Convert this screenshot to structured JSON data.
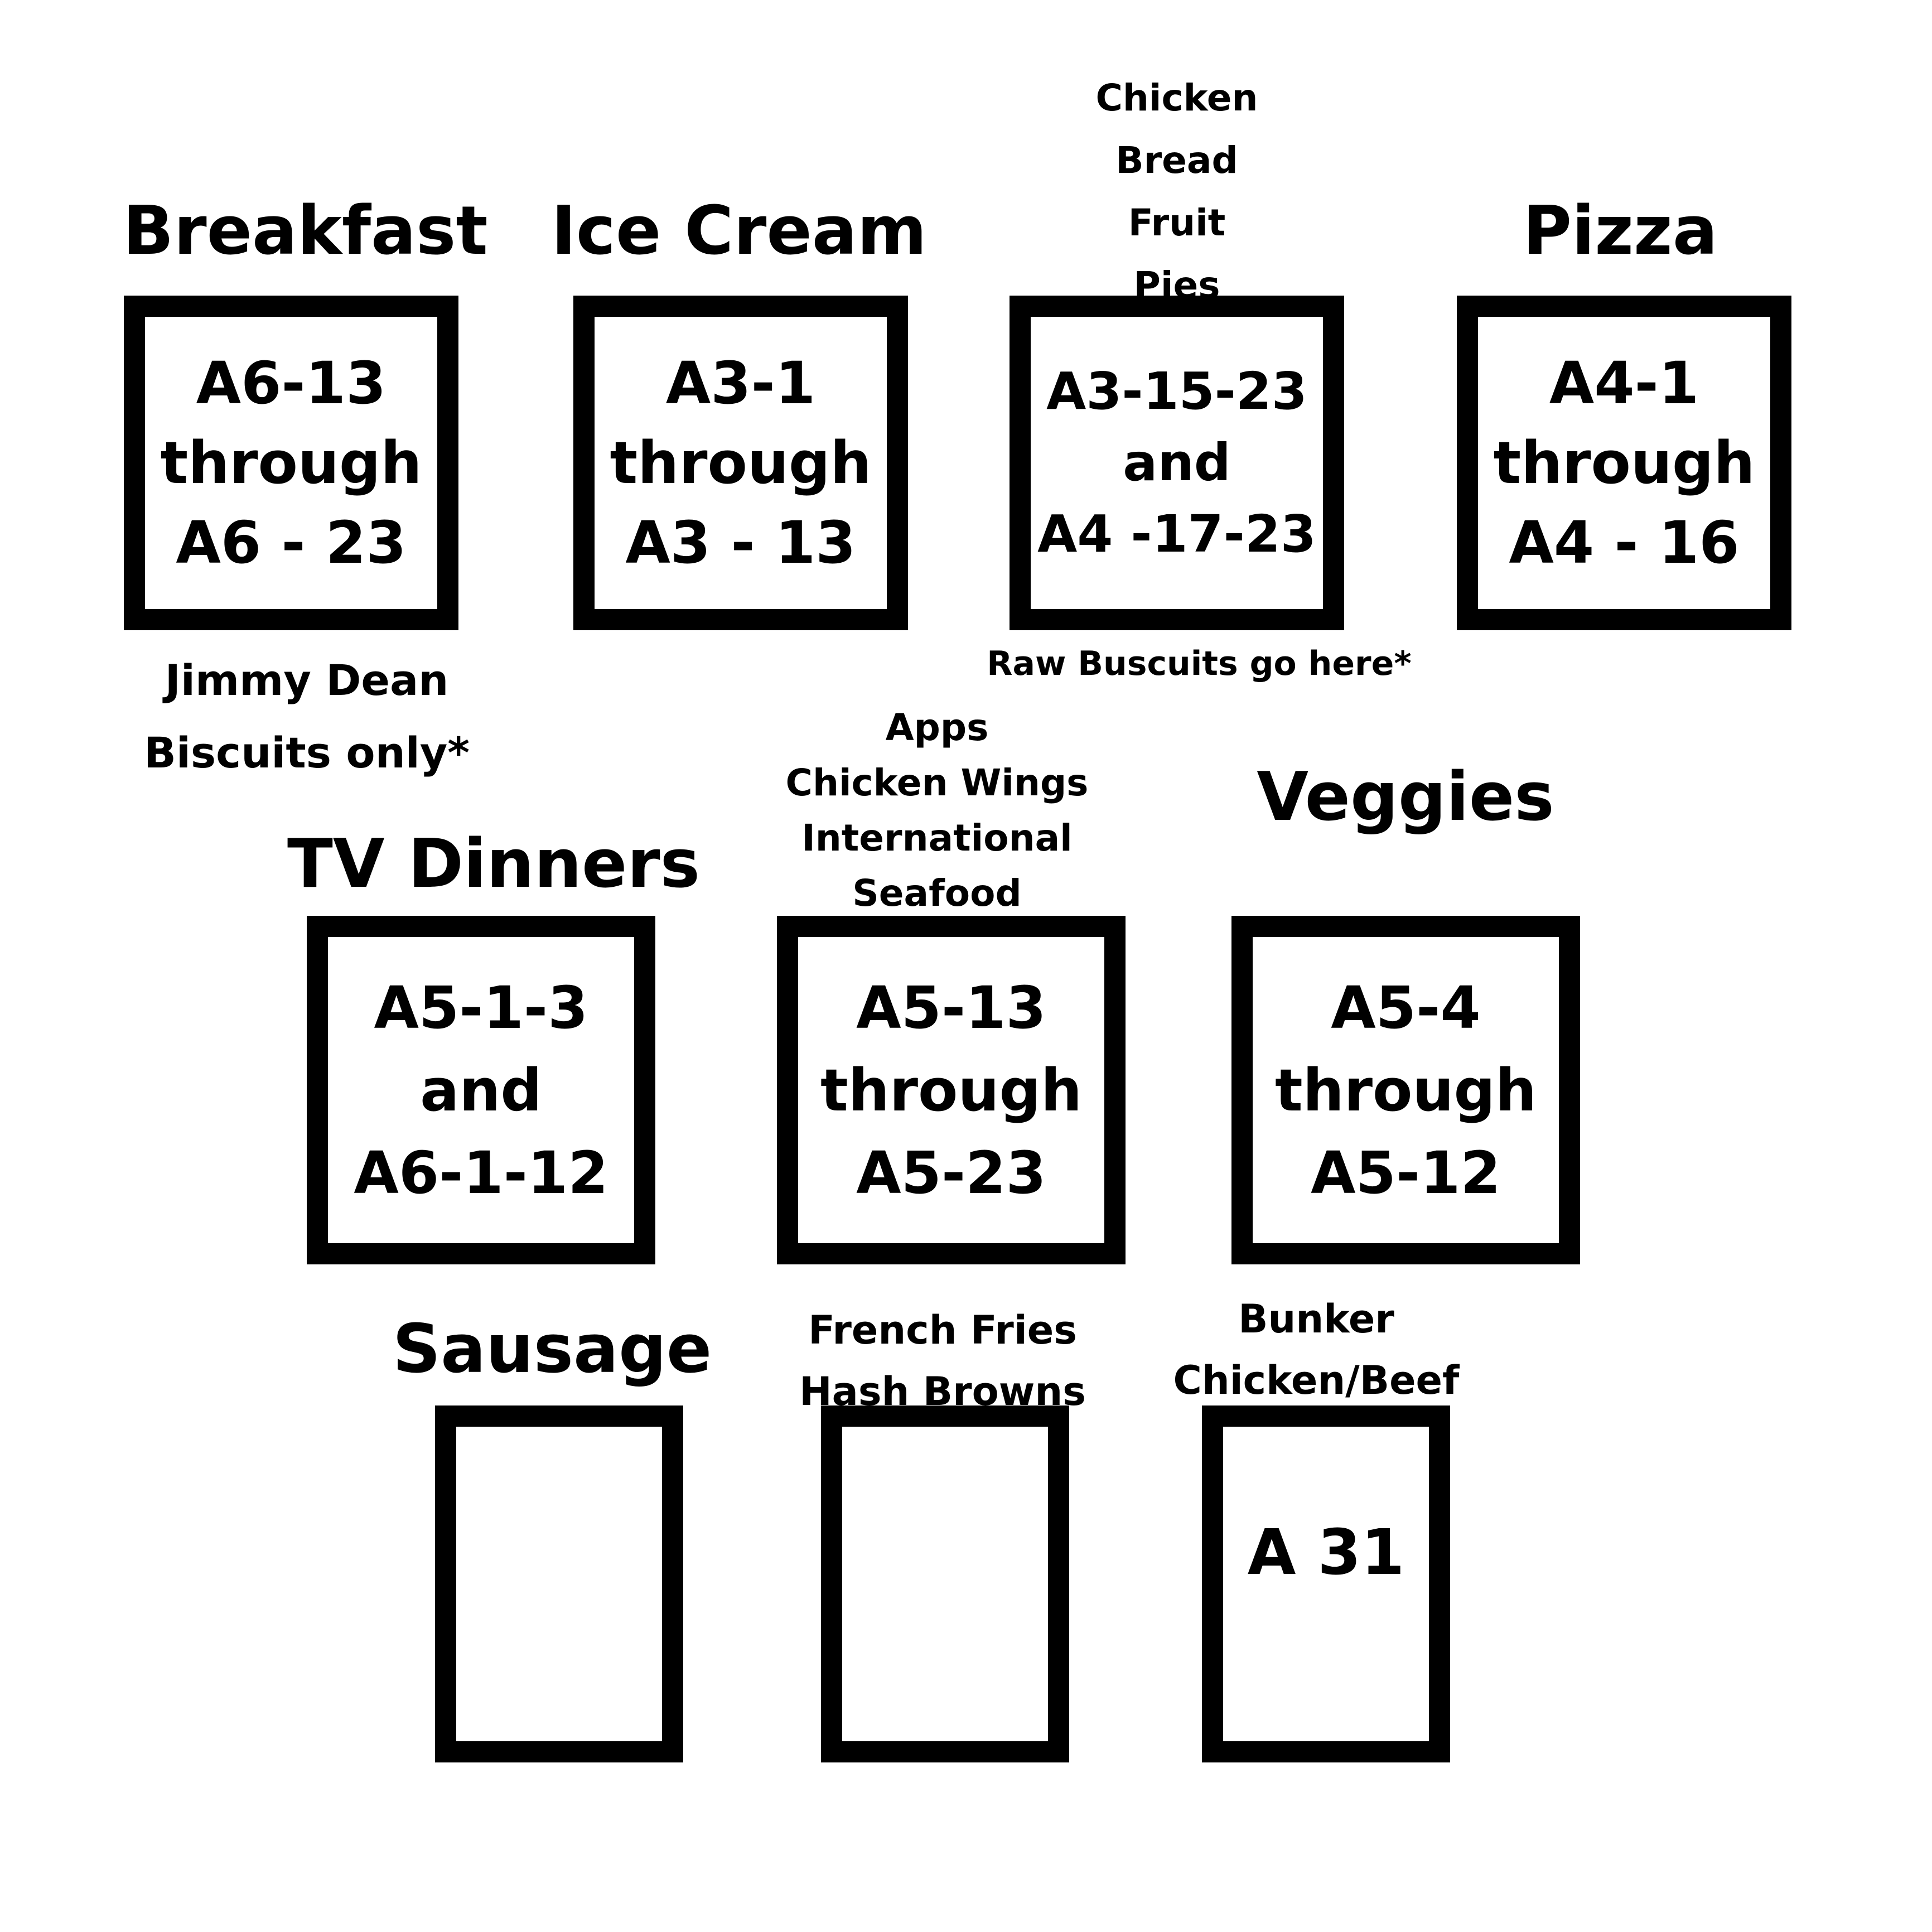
{
  "sections": {
    "breakfast": {
      "title": "Breakfast",
      "box": [
        "A6-13",
        "through",
        "A6 - 23"
      ],
      "note": [
        "Jimmy Dean",
        "Biscuits only*"
      ]
    },
    "ice_cream": {
      "title": "Ice Cream",
      "box": [
        "A3-1",
        "through",
        "A3 - 13"
      ]
    },
    "chicken_bread": {
      "title": [
        "Chicken",
        "Bread",
        "Fruit",
        "Pies"
      ],
      "box": [
        "A3-15-23",
        "and",
        "A4 -17-23"
      ],
      "note": "Raw Buscuits go here*"
    },
    "pizza": {
      "title": "Pizza",
      "box": [
        "A4-1",
        "through",
        "A4 - 16"
      ]
    },
    "tv_dinners": {
      "title": "TV Dinners",
      "box": [
        "A5-1-3",
        "and",
        "A6-1-12"
      ]
    },
    "apps": {
      "title": [
        "Apps",
        "Chicken Wings",
        "International",
        "Seafood"
      ],
      "box": [
        "A5-13",
        "through",
        "A5-23"
      ]
    },
    "veggies": {
      "title": "Veggies",
      "box": [
        "A5-4",
        "through",
        "A5-12"
      ]
    },
    "sausage": {
      "title": "Sausage"
    },
    "fries": {
      "title": [
        "French Fries",
        "Hash Browns"
      ]
    },
    "bunker": {
      "title": [
        "Bunker",
        "Chicken/Beef"
      ],
      "box": "A 31"
    }
  }
}
